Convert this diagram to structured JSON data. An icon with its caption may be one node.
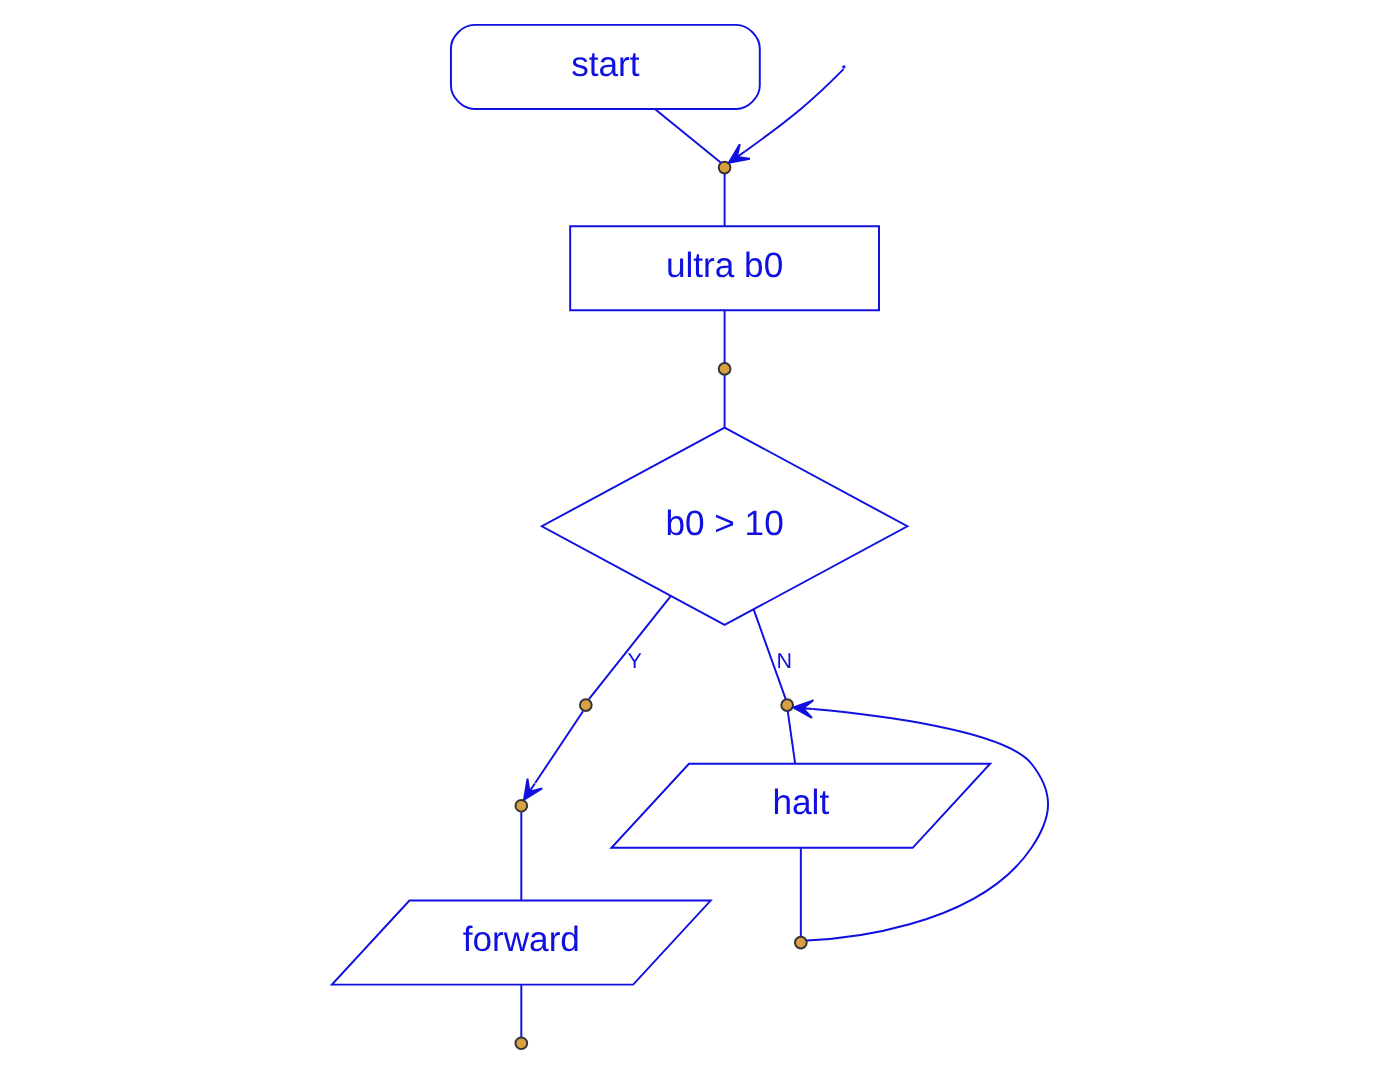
{
  "diagram": {
    "nodes": [
      {
        "text": [
          "start"
        ]
      },
      {
        "text": [],
        "shape": "circle"
      },
      {
        "text": [
          "ultra b0"
        ]
      },
      {
        "text": [],
        "shape": "circle"
      },
      {
        "text": [
          "b0 > 10"
        ]
      },
      {
        "text": [],
        "shape": "circle"
      },
      {
        "text": [],
        "shape": "circle"
      },
      {
        "text": [],
        "shape": "circle"
      },
      {
        "text": [
          "halt"
        ]
      },
      {
        "text": [
          "forward"
        ]
      },
      {
        "text": [],
        "shape": "circle"
      },
      {
        "text": [],
        "shape": "circle"
      }
    ],
    "edges": [
      {
        "from": 0,
        "to": 1,
        "arrow": "none"
      },
      {
        "from": null,
        "to": 1,
        "arrow": "to"
      },
      {
        "from": 1,
        "to": 2,
        "arrow": "none"
      },
      {
        "from": 2,
        "to": 3,
        "arrow": "none"
      },
      {
        "from": 3,
        "to": 4,
        "arrow": "none"
      },
      {
        "from": 4,
        "to": 5,
        "label": "Y",
        "arrow": "none"
      },
      {
        "from": 5,
        "to": 7,
        "arrow": "to"
      },
      {
        "from": 7,
        "to": 9,
        "arrow": "none"
      },
      {
        "from": 4,
        "to": 6,
        "label": "N",
        "arrow": "none"
      },
      {
        "from": 6,
        "to": 8,
        "arrow": "none"
      },
      {
        "from": 8,
        "to": 10,
        "arrow": "none"
      },
      {
        "from": 10,
        "to": 6,
        "arrow": "to"
      },
      {
        "from": 9,
        "to": 11,
        "arrow": "none"
      }
    ]
  }
}
